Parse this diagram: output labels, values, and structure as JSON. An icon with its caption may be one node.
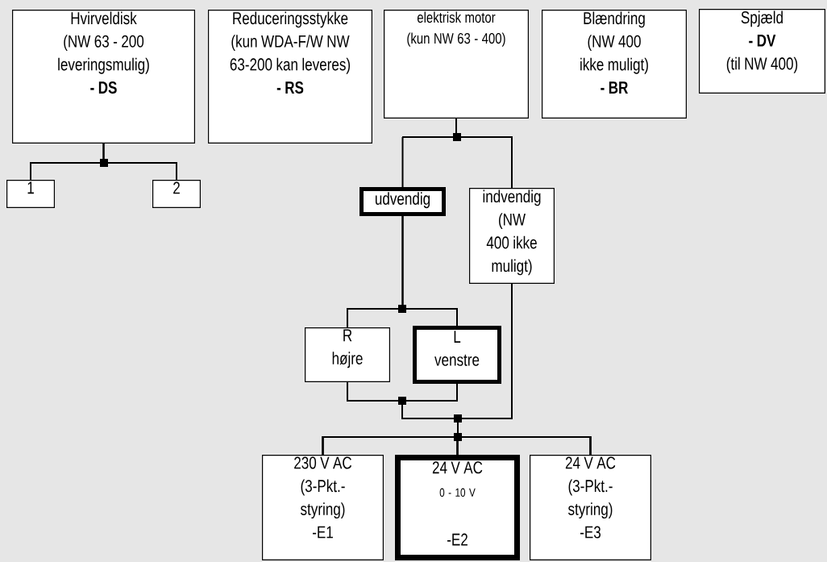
{
  "diagram": {
    "nodes": [
      {
        "text": [
          "Hvirveldisk",
          "(NW 63 - 200 leveringsmulig)",
          "- DS"
        ]
      },
      {
        "text": [
          "Reduceringsstykke",
          "(kun WDA-F/W NW 63-200 kan leveres)",
          "- RS"
        ]
      },
      {
        "text": [
          "elektrisk motor",
          "(kun NW 63 - 400)"
        ]
      },
      {
        "text": [
          "Blændring",
          "(NW 400 ikke muligt)",
          "- BR"
        ]
      },
      {
        "text": [
          "Spjæld",
          "- DV",
          "(til NW 400)"
        ]
      },
      {
        "text": [
          "1"
        ]
      },
      {
        "text": [
          "2"
        ]
      },
      {
        "text": [
          "udvendig"
        ]
      },
      {
        "text": [
          "indvendig",
          "(NW 400 ikke muligt)"
        ]
      },
      {
        "text": [
          "R",
          "højre"
        ]
      },
      {
        "text": [
          "L",
          "venstre"
        ]
      },
      {
        "text": [
          "230 V AC",
          "(3-Pkt.- styring)",
          "-E1"
        ]
      },
      {
        "text": [
          "24 V AC",
          "0 - 10 V",
          "-E2"
        ]
      },
      {
        "text": [
          "24 V AC",
          "(3-Pkt.- styring)",
          "-E3"
        ]
      }
    ],
    "edges": [
      {
        "from": 0,
        "to": 5,
        "arrow": "none"
      },
      {
        "from": 0,
        "to": 6,
        "arrow": "none"
      },
      {
        "from": 2,
        "to": 7,
        "arrow": "none"
      },
      {
        "from": 2,
        "to": 8,
        "arrow": "none"
      },
      {
        "from": 7,
        "to": 9,
        "arrow": "none"
      },
      {
        "from": 7,
        "to": 10,
        "arrow": "none"
      },
      {
        "from": 9,
        "to": 11,
        "arrow": "none"
      },
      {
        "from": 9,
        "to": 12,
        "arrow": "none"
      },
      {
        "from": 9,
        "to": 13,
        "arrow": "none"
      },
      {
        "from": 10,
        "to": 11,
        "arrow": "none"
      },
      {
        "from": 10,
        "to": 12,
        "arrow": "none"
      },
      {
        "from": 10,
        "to": 13,
        "arrow": "none"
      },
      {
        "from": 8,
        "to": 11,
        "arrow": "none"
      },
      {
        "from": 8,
        "to": 12,
        "arrow": "none"
      },
      {
        "from": 8,
        "to": 13,
        "arrow": "none"
      }
    ]
  }
}
